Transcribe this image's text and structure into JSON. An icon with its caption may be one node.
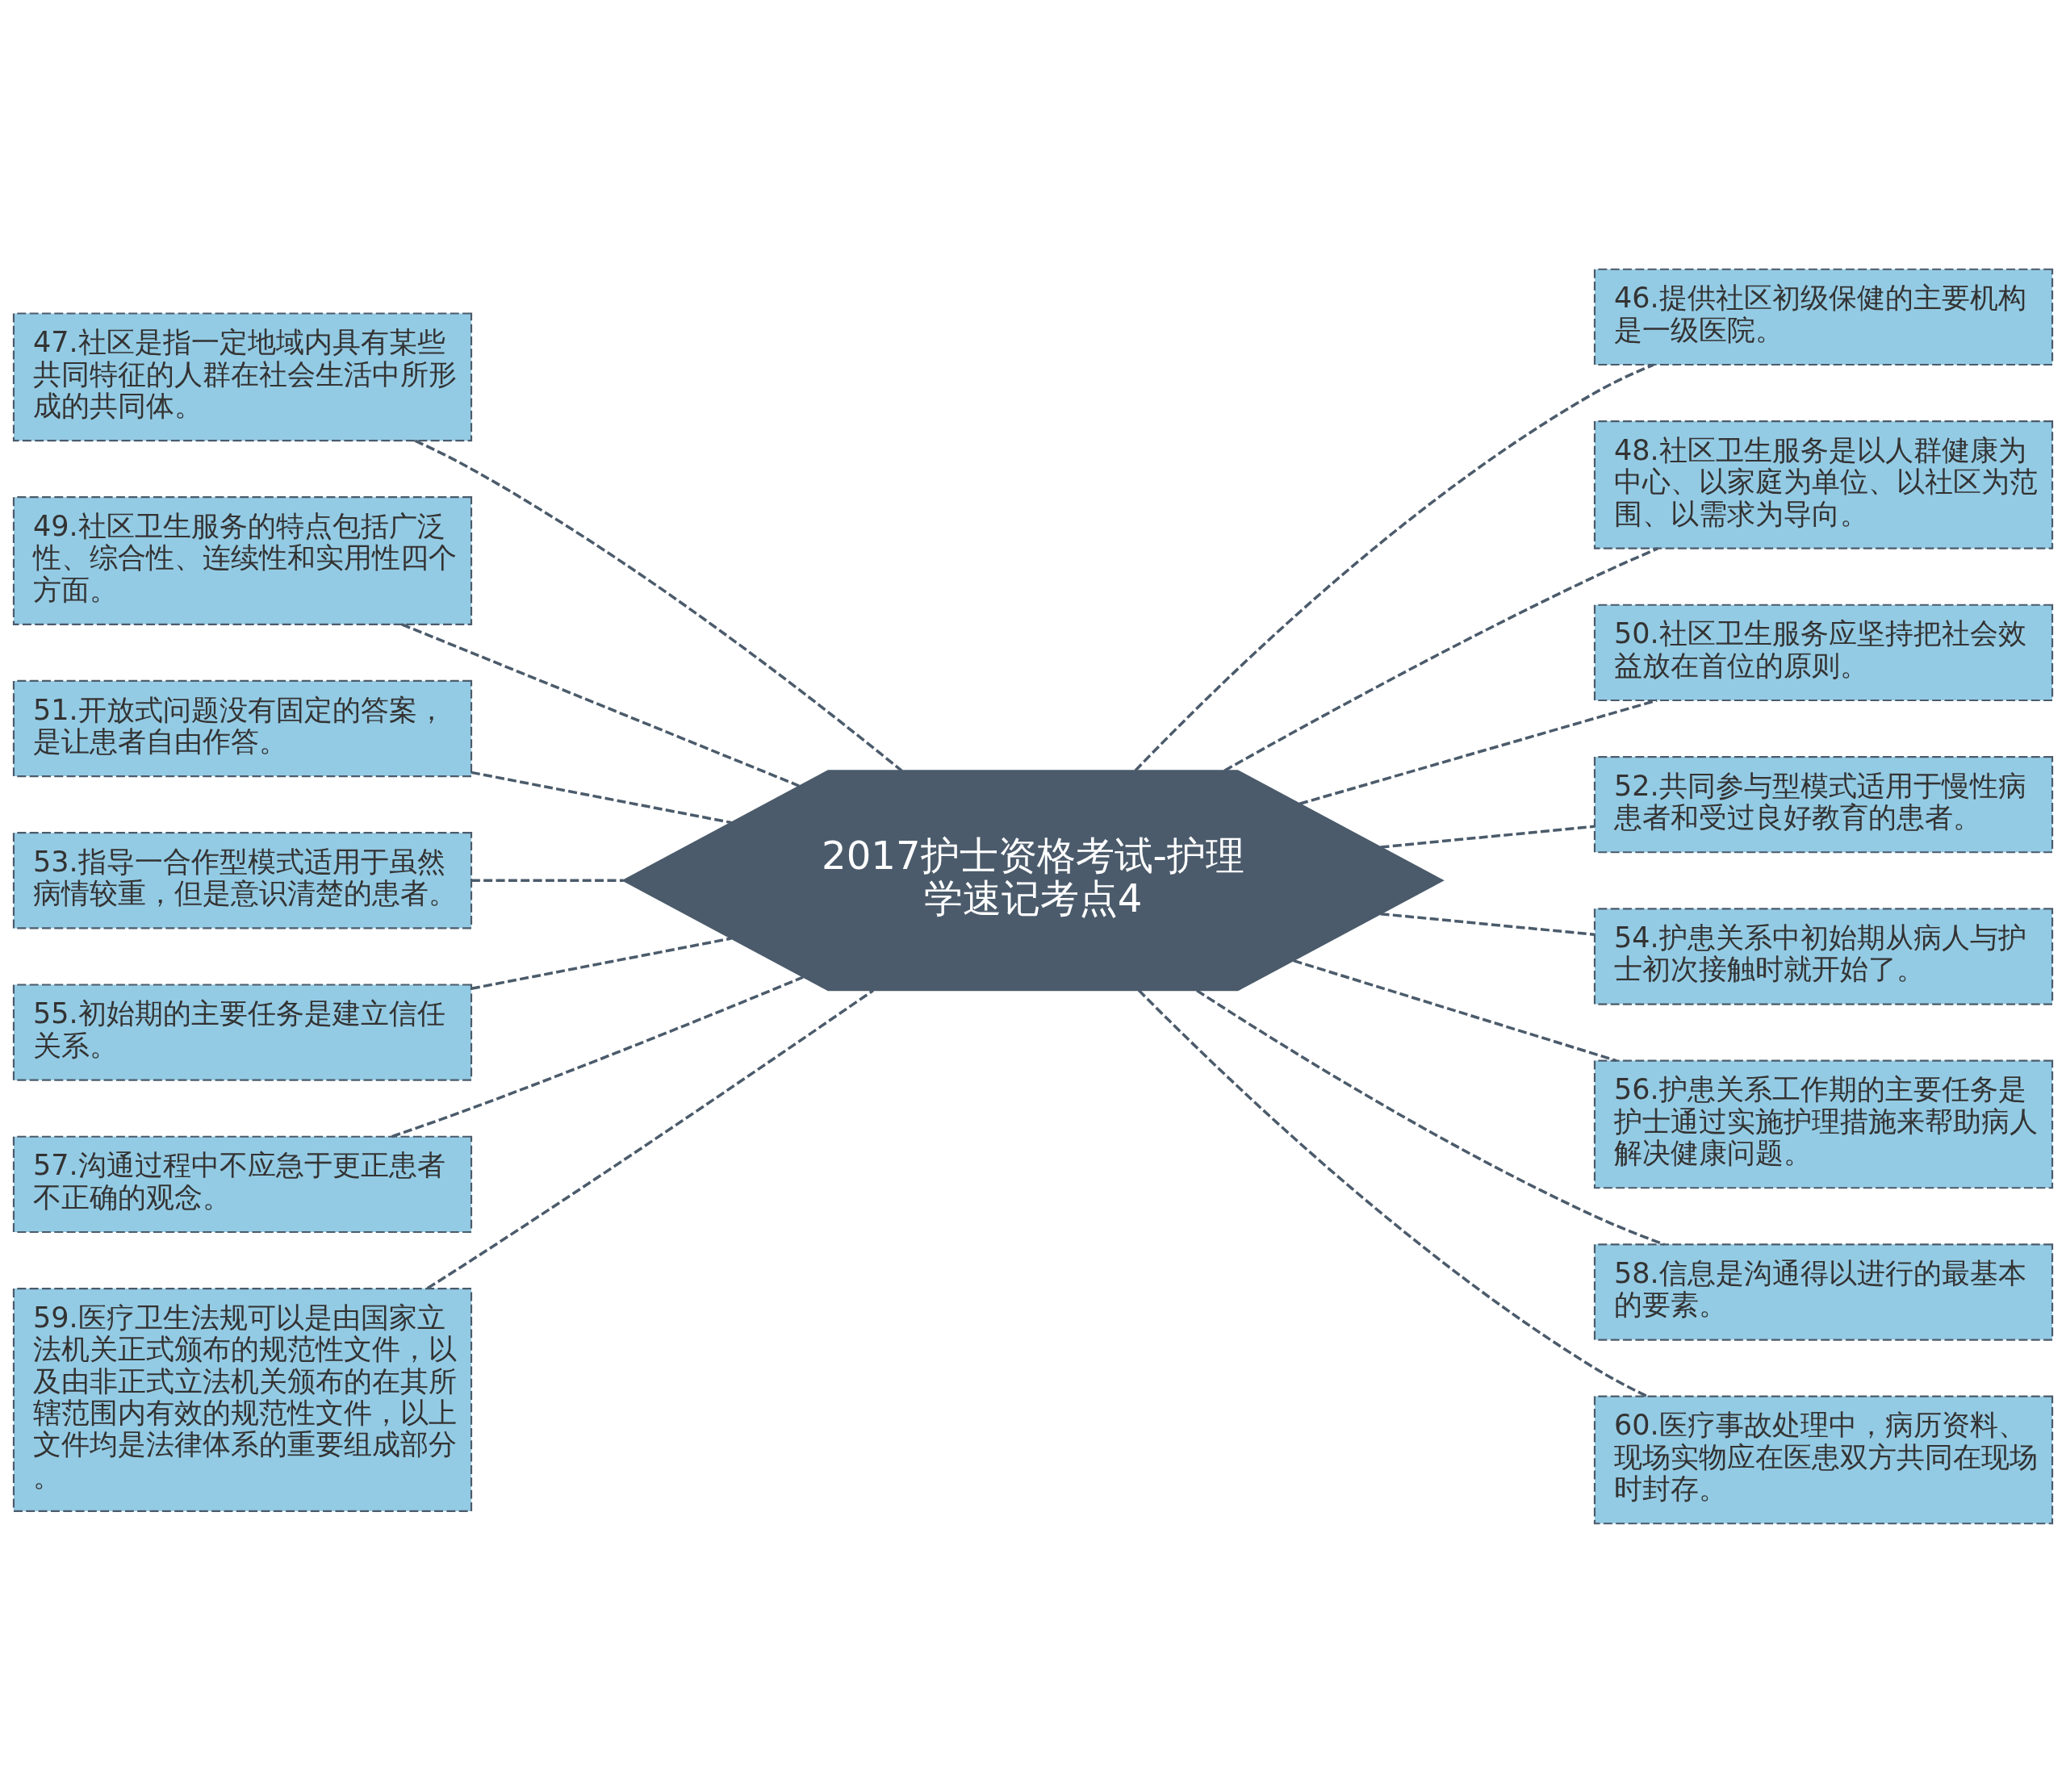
{
  "diagram": {
    "nodes": [
      {
        "text": [
          "2017护士资格考试-护理学速记考点4"
        ]
      },
      {
        "text": [
          "46.提供社区初级保健的主要机构是一级医院。"
        ]
      },
      {
        "text": [
          "47.社区是指一定地域内具有某些共同特征的人群在社会生活中所形成的共同体。"
        ]
      },
      {
        "text": [
          "48.社区卫生服务是以人群健康为中心、以家庭为单位、以社区为范围、以需求为导向。"
        ]
      },
      {
        "text": [
          "49.社区卫生服务的特点包括广泛性、综合性、连续性和实用性四个方面。"
        ]
      },
      {
        "text": [
          "50.社区卫生服务应坚持把社会效益放在首位的原则。"
        ]
      },
      {
        "text": [
          "51.开放式问题没有固定的答案，是让患者自由作答。"
        ]
      },
      {
        "text": [
          "52.共同参与型模式适用于慢性病患者和受过良好教育的患者。"
        ]
      },
      {
        "text": [
          "53.指导一合作型模式适用于虽然病情较重，但是意识清楚的患者。"
        ]
      },
      {
        "text": [
          "54.护患关系中初始期从病人与护士初次接触时就开始了。"
        ]
      },
      {
        "text": [
          "55.初始期的主要任务是建立信任关系。"
        ]
      },
      {
        "text": [
          "56.护患关系工作期的主要任务是护士通过实施护理措施来帮助病人解决健康问题。"
        ]
      },
      {
        "text": [
          "57.沟通过程中不应急于更正患者不正确的观念。"
        ]
      },
      {
        "text": [
          "58.信息是沟通得以进行的最基本的要素。"
        ]
      },
      {
        "text": [
          "59.医疗卫生法规可以是由国家立法机关正式颁布的规范性文件，以及由非正式立法机关颁布的在其所辖范围内有效的规范性文件，以上文件均是法律体系的重要组成部分。"
        ]
      },
      {
        "text": [
          "60.医疗事故处理中，病历资料、现场实物应在医患双方共同在现场时封存。"
        ]
      }
    ],
    "edges": [
      {
        "from": 0,
        "to": 1,
        "arrow": "none",
        "style": "dashed"
      },
      {
        "from": 0,
        "to": 2,
        "arrow": "none",
        "style": "dashed"
      },
      {
        "from": 0,
        "to": 3,
        "arrow": "none",
        "style": "dashed"
      },
      {
        "from": 0,
        "to": 4,
        "arrow": "none",
        "style": "dashed"
      },
      {
        "from": 0,
        "to": 5,
        "arrow": "none",
        "style": "dashed"
      },
      {
        "from": 0,
        "to": 6,
        "arrow": "none",
        "style": "dashed"
      },
      {
        "from": 0,
        "to": 7,
        "arrow": "none",
        "style": "dashed"
      },
      {
        "from": 0,
        "to": 8,
        "arrow": "none",
        "style": "dashed"
      },
      {
        "from": 0,
        "to": 9,
        "arrow": "none",
        "style": "dashed"
      },
      {
        "from": 0,
        "to": 10,
        "arrow": "none",
        "style": "dashed"
      },
      {
        "from": 0,
        "to": 11,
        "arrow": "none",
        "style": "dashed"
      },
      {
        "from": 0,
        "to": 12,
        "arrow": "none",
        "style": "dashed"
      },
      {
        "from": 0,
        "to": 13,
        "arrow": "none",
        "style": "dashed"
      },
      {
        "from": 0,
        "to": 14,
        "arrow": "none",
        "style": "dashed"
      },
      {
        "from": 0,
        "to": 15,
        "arrow": "none",
        "style": "dashed"
      }
    ]
  }
}
